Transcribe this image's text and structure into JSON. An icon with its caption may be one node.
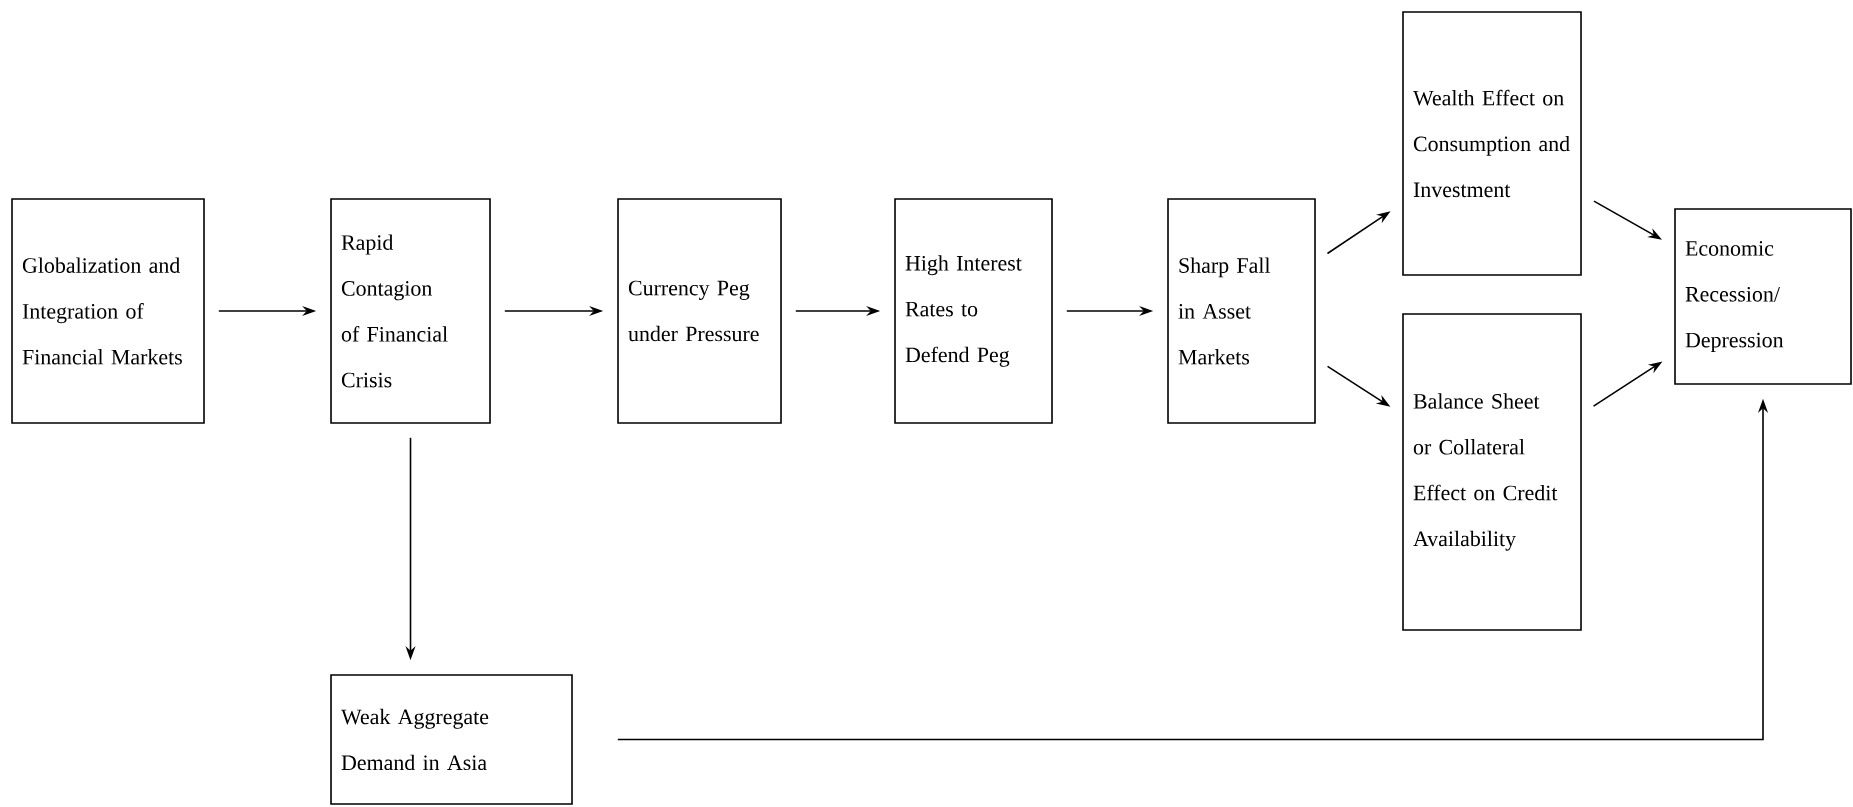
{
  "diagram": {
    "nodes": [
      {
        "text": [
          "Globalization and Integration of Financial Markets"
        ]
      },
      {
        "text": [
          "Rapid Contagion of Financial Crisis"
        ]
      },
      {
        "text": [
          "Currency Peg under Pressure"
        ]
      },
      {
        "text": [
          "High Interest Rates to Defend Peg"
        ]
      },
      {
        "text": [
          "Sharp Fall in Asset Markets"
        ]
      },
      {
        "text": [
          "Wealth Effect on Consumption and Investment"
        ]
      },
      {
        "text": [
          "Balance Sheet or Collateral Effect on Credit Availability"
        ]
      },
      {
        "text": [
          "Economic Recession/ Depression"
        ]
      },
      {
        "text": [
          "Weak Aggregate Demand in Asia"
        ]
      }
    ],
    "edges": [
      {
        "from": 0,
        "to": 1,
        "arrow": "to"
      },
      {
        "from": 1,
        "to": 2,
        "arrow": "to"
      },
      {
        "from": 2,
        "to": 3,
        "arrow": "to"
      },
      {
        "from": 3,
        "to": 4,
        "arrow": "to"
      },
      {
        "from": 4,
        "to": 5,
        "arrow": "to"
      },
      {
        "from": 4,
        "to": 6,
        "arrow": "to"
      },
      {
        "from": 5,
        "to": 7,
        "arrow": "to"
      },
      {
        "from": 6,
        "to": 7,
        "arrow": "to"
      },
      {
        "from": 1,
        "to": 8,
        "arrow": "to"
      },
      {
        "from": 8,
        "to": 7,
        "arrow": "to"
      }
    ]
  }
}
